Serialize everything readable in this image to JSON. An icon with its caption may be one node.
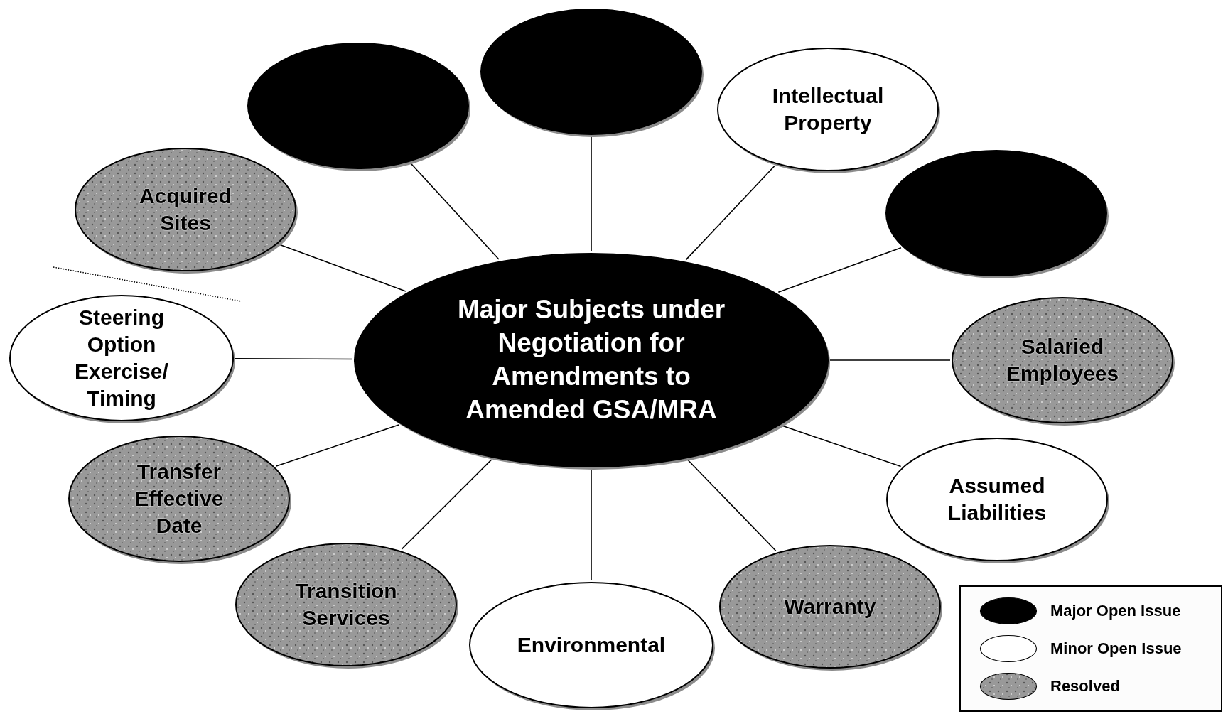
{
  "diagram": {
    "nodes": [
      {
        "text": [
          "Major Subjects under Negotiation for Amendments to Amended GSA/MRA"
        ]
      },
      {
        "text": [],
        "shape": "ellipse"
      },
      {
        "text": [
          "Intellectual Property"
        ]
      },
      {
        "text": [],
        "shape": "ellipse"
      },
      {
        "text": [
          "Salaried Employees"
        ]
      },
      {
        "text": [
          "Assumed Liabilities"
        ]
      },
      {
        "text": [
          "Warranty"
        ]
      },
      {
        "text": [
          "Environmental"
        ]
      },
      {
        "text": [
          "Transition Services"
        ]
      },
      {
        "text": [
          "Transfer Effective Date"
        ]
      },
      {
        "text": [
          "Steering Option Exercise/ Timing"
        ]
      },
      {
        "text": [
          "Acquired Sites"
        ]
      },
      {
        "text": [],
        "shape": "ellipse"
      }
    ],
    "edges": [
      {
        "from": 0,
        "to": 1,
        "arrow": "none"
      },
      {
        "from": 0,
        "to": 2,
        "arrow": "none"
      },
      {
        "from": 0,
        "to": 3,
        "arrow": "none"
      },
      {
        "from": 0,
        "to": 4,
        "arrow": "none"
      },
      {
        "from": 0,
        "to": 5,
        "arrow": "none"
      },
      {
        "from": 0,
        "to": 6,
        "arrow": "none"
      },
      {
        "from": 0,
        "to": 7,
        "arrow": "none"
      },
      {
        "from": 0,
        "to": 8,
        "arrow": "none"
      },
      {
        "from": 0,
        "to": 9,
        "arrow": "none"
      },
      {
        "from": 0,
        "to": 10,
        "arrow": "none"
      },
      {
        "from": 0,
        "to": 11,
        "arrow": "none"
      },
      {
        "from": 0,
        "to": 12,
        "arrow": "none"
      }
    ],
    "legend": [
      {
        "text": "Major Open Issue",
        "color": "#000000"
      },
      {
        "text": "Minor Open Issue",
        "color": "#ffffff"
      },
      {
        "text": "Resolved",
        "color": "#999999"
      }
    ]
  }
}
